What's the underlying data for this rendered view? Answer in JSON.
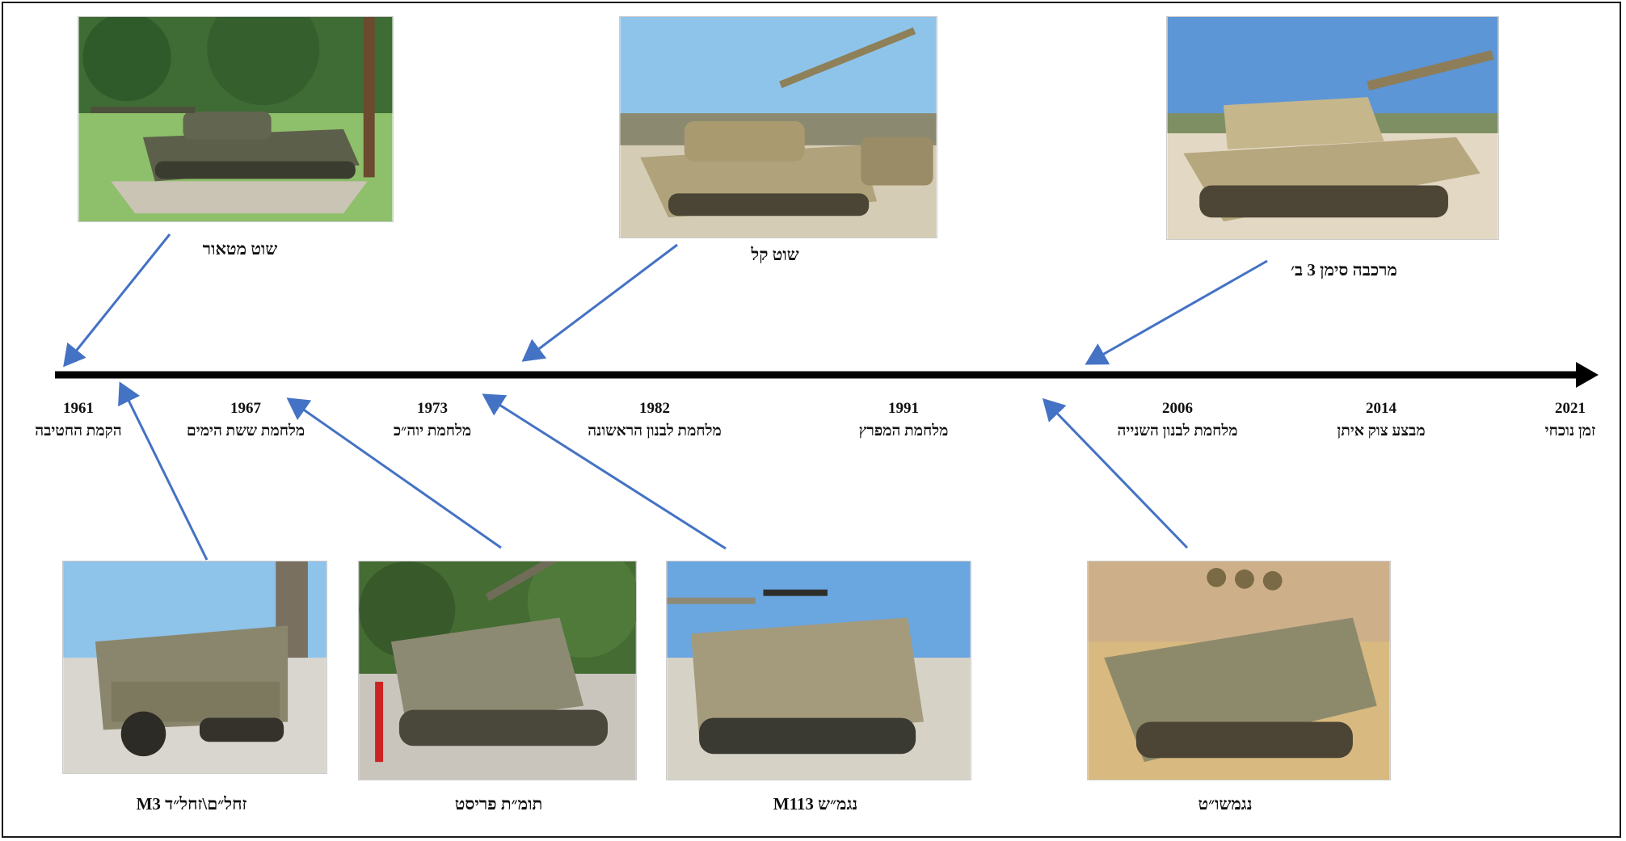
{
  "timeline": {
    "events": [
      {
        "year": "1961",
        "label": "הקמת החטיבה"
      },
      {
        "year": "1967",
        "label": "מלחמת ששת הימים"
      },
      {
        "year": "1973",
        "label": "מלחמת יוה״כ"
      },
      {
        "year": "1982",
        "label": "מלחמת לבנון הראשונה"
      },
      {
        "year": "1991",
        "label": "מלחמת המפרץ"
      },
      {
        "year": "2006",
        "label": "מלחמת לבנון השנייה"
      },
      {
        "year": "2014",
        "label": "מבצע צוק איתן"
      },
      {
        "year": "2021",
        "label": "זמן נוכחי"
      }
    ]
  },
  "vehicles_top": [
    {
      "name": "שוט מטאור",
      "icon": "tank-photo"
    },
    {
      "name": "שוט קל",
      "icon": "tank-photo"
    },
    {
      "name": "מרכבה סימן 3 ב׳",
      "icon": "tank-photo"
    }
  ],
  "vehicles_bottom": [
    {
      "name": "זחל״ם\\זחל״ד M3",
      "icon": "halftrack-photo"
    },
    {
      "name": "תומ״ת פריסט",
      "icon": "self-propelled-gun-photo"
    },
    {
      "name": "נגמ״ש M113",
      "icon": "apc-photo"
    },
    {
      "name": "נגמשו״ט",
      "icon": "heavy-apc-photo"
    }
  ],
  "colors": {
    "axis": "#000000",
    "connector": "#4472c4",
    "vehicle": "#8a8a6a",
    "sky": "#7fb6e6",
    "grass": "#6aa84f",
    "ground": "#d9cfb8"
  }
}
